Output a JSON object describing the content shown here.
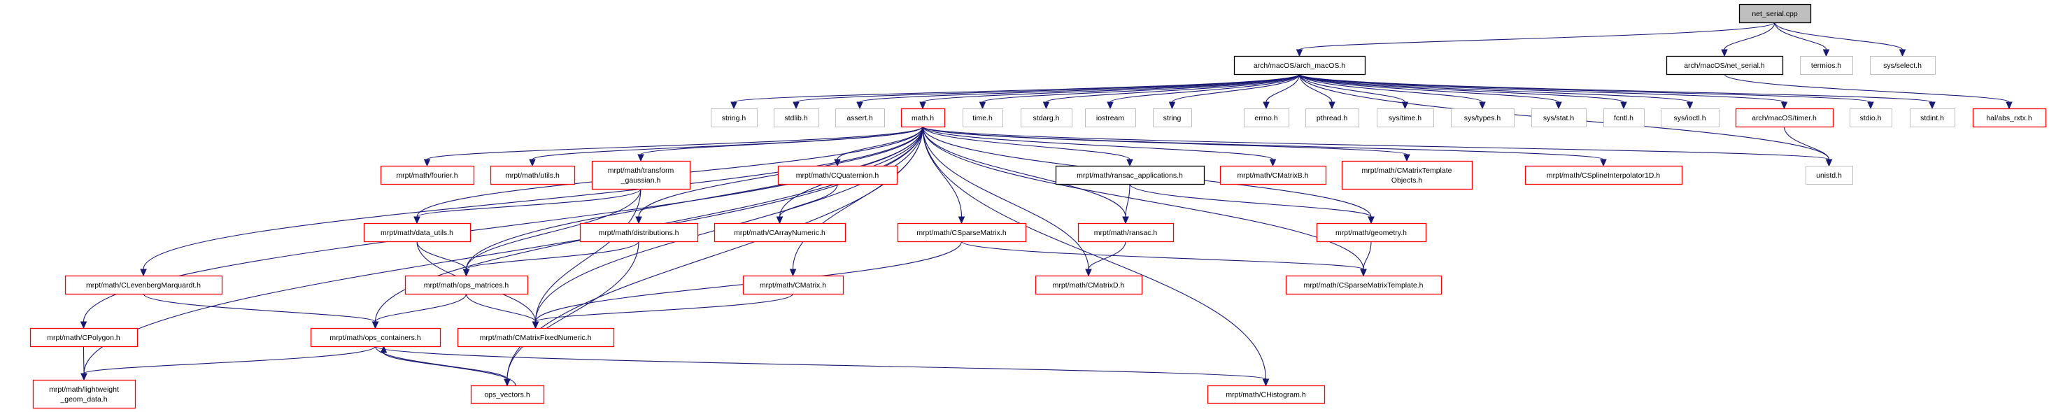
{
  "colors": {
    "edge": "#191970",
    "red_border": "#ff0000",
    "black_border": "#000000",
    "gray_border": "#bfbfbf",
    "root_fill": "#bfbfbf"
  },
  "nodes": [
    {
      "id": "root",
      "lines": [
        "net_serial.cpp"
      ],
      "style": "root"
    },
    {
      "id": "arch_macos",
      "lines": [
        "arch/macOS/arch_macOS.h"
      ],
      "style": "black"
    },
    {
      "id": "net_serial_h",
      "lines": [
        "arch/macOS/net_serial.h"
      ],
      "style": "black"
    },
    {
      "id": "termios",
      "lines": [
        "termios.h"
      ],
      "style": "gray"
    },
    {
      "id": "sys_select",
      "lines": [
        "sys/select.h"
      ],
      "style": "gray"
    },
    {
      "id": "string_h",
      "lines": [
        "string.h"
      ],
      "style": "gray"
    },
    {
      "id": "stdlib",
      "lines": [
        "stdlib.h"
      ],
      "style": "gray"
    },
    {
      "id": "assert",
      "lines": [
        "assert.h"
      ],
      "style": "gray"
    },
    {
      "id": "math",
      "lines": [
        "math.h"
      ],
      "style": "red"
    },
    {
      "id": "time",
      "lines": [
        "time.h"
      ],
      "style": "gray"
    },
    {
      "id": "stdarg",
      "lines": [
        "stdarg.h"
      ],
      "style": "gray"
    },
    {
      "id": "iostream",
      "lines": [
        "iostream"
      ],
      "style": "gray"
    },
    {
      "id": "string",
      "lines": [
        "string"
      ],
      "style": "gray"
    },
    {
      "id": "errno",
      "lines": [
        "errno.h"
      ],
      "style": "gray"
    },
    {
      "id": "pthread",
      "lines": [
        "pthread.h"
      ],
      "style": "gray"
    },
    {
      "id": "sys_time",
      "lines": [
        "sys/time.h"
      ],
      "style": "gray"
    },
    {
      "id": "sys_types",
      "lines": [
        "sys/types.h"
      ],
      "style": "gray"
    },
    {
      "id": "sys_stat",
      "lines": [
        "sys/stat.h"
      ],
      "style": "gray"
    },
    {
      "id": "fcntl",
      "lines": [
        "fcntl.h"
      ],
      "style": "gray"
    },
    {
      "id": "sys_ioctl",
      "lines": [
        "sys/ioctl.h"
      ],
      "style": "gray"
    },
    {
      "id": "timer",
      "lines": [
        "arch/macOS/timer.h"
      ],
      "style": "red"
    },
    {
      "id": "stdio",
      "lines": [
        "stdio.h"
      ],
      "style": "gray"
    },
    {
      "id": "stdint",
      "lines": [
        "stdint.h"
      ],
      "style": "gray"
    },
    {
      "id": "abs_rxtx",
      "lines": [
        "hal/abs_rxtx.h"
      ],
      "style": "red"
    },
    {
      "id": "fourier",
      "lines": [
        "mrpt/math/fourier.h"
      ],
      "style": "red"
    },
    {
      "id": "utils",
      "lines": [
        "mrpt/math/utils.h"
      ],
      "style": "red"
    },
    {
      "id": "transform",
      "lines": [
        "mrpt/math/transform",
        "_gaussian.h"
      ],
      "style": "red"
    },
    {
      "id": "cquat",
      "lines": [
        "mrpt/math/CQuaternion.h"
      ],
      "style": "red"
    },
    {
      "id": "ransac_app",
      "lines": [
        "mrpt/math/ransac_applications.h"
      ],
      "style": "black"
    },
    {
      "id": "cmatrixb",
      "lines": [
        "mrpt/math/CMatrixB.h"
      ],
      "style": "red"
    },
    {
      "id": "cmto",
      "lines": [
        "mrpt/math/CMatrixTemplate",
        "Objects.h"
      ],
      "style": "red"
    },
    {
      "id": "spline",
      "lines": [
        "mrpt/math/CSplineInterpolator1D.h"
      ],
      "style": "red"
    },
    {
      "id": "unistd",
      "lines": [
        "unistd.h"
      ],
      "style": "gray"
    },
    {
      "id": "data_utils",
      "lines": [
        "mrpt/math/data_utils.h"
      ],
      "style": "red"
    },
    {
      "id": "distributions",
      "lines": [
        "mrpt/math/distributions.h"
      ],
      "style": "red"
    },
    {
      "id": "carray",
      "lines": [
        "mrpt/math/CArrayNumeric.h"
      ],
      "style": "red"
    },
    {
      "id": "csparse",
      "lines": [
        "mrpt/math/CSparseMatrix.h"
      ],
      "style": "red"
    },
    {
      "id": "ransac",
      "lines": [
        "mrpt/math/ransac.h"
      ],
      "style": "red"
    },
    {
      "id": "geometry",
      "lines": [
        "mrpt/math/geometry.h"
      ],
      "style": "red"
    },
    {
      "id": "clm",
      "lines": [
        "mrpt/math/CLevenbergMarquardt.h"
      ],
      "style": "red"
    },
    {
      "id": "ops_mat",
      "lines": [
        "mrpt/math/ops_matrices.h"
      ],
      "style": "red"
    },
    {
      "id": "cmatrix",
      "lines": [
        "mrpt/math/CMatrix.h"
      ],
      "style": "red"
    },
    {
      "id": "cmatrixd",
      "lines": [
        "mrpt/math/CMatrixD.h"
      ],
      "style": "red"
    },
    {
      "id": "cspt",
      "lines": [
        "mrpt/math/CSparseMatrixTemplate.h"
      ],
      "style": "red"
    },
    {
      "id": "cpolygon",
      "lines": [
        "mrpt/math/CPolygon.h"
      ],
      "style": "red"
    },
    {
      "id": "ops_cont",
      "lines": [
        "mrpt/math/ops_containers.h"
      ],
      "style": "red"
    },
    {
      "id": "cmfn",
      "lines": [
        "mrpt/math/CMatrixFixedNumeric.h"
      ],
      "style": "red"
    },
    {
      "id": "lw",
      "lines": [
        "mrpt/math/lightweight",
        "_geom_data.h"
      ],
      "style": "red"
    },
    {
      "id": "ops_vec",
      "lines": [
        "ops_vectors.h"
      ],
      "style": "red"
    },
    {
      "id": "chist",
      "lines": [
        "mrpt/math/CHistogram.h"
      ],
      "style": "red"
    }
  ],
  "edges": [
    [
      "root",
      "arch_macos"
    ],
    [
      "root",
      "net_serial_h"
    ],
    [
      "root",
      "termios"
    ],
    [
      "root",
      "sys_select"
    ],
    [
      "arch_macos",
      "string_h"
    ],
    [
      "arch_macos",
      "stdlib"
    ],
    [
      "arch_macos",
      "assert"
    ],
    [
      "arch_macos",
      "math"
    ],
    [
      "arch_macos",
      "time"
    ],
    [
      "arch_macos",
      "stdarg"
    ],
    [
      "arch_macos",
      "iostream"
    ],
    [
      "arch_macos",
      "string"
    ],
    [
      "arch_macos",
      "errno"
    ],
    [
      "arch_macos",
      "pthread"
    ],
    [
      "arch_macos",
      "sys_time"
    ],
    [
      "arch_macos",
      "sys_types"
    ],
    [
      "arch_macos",
      "sys_stat"
    ],
    [
      "arch_macos",
      "fcntl"
    ],
    [
      "arch_macos",
      "sys_ioctl"
    ],
    [
      "arch_macos",
      "timer"
    ],
    [
      "arch_macos",
      "stdio"
    ],
    [
      "arch_macos",
      "stdint"
    ],
    [
      "arch_macos",
      "unistd"
    ],
    [
      "net_serial_h",
      "abs_rxtx"
    ],
    [
      "timer",
      "unistd"
    ],
    [
      "math",
      "fourier"
    ],
    [
      "math",
      "utils"
    ],
    [
      "math",
      "transform"
    ],
    [
      "math",
      "cquat"
    ],
    [
      "math",
      "ransac_app"
    ],
    [
      "math",
      "cmatrixb"
    ],
    [
      "math",
      "cmto"
    ],
    [
      "math",
      "spline"
    ],
    [
      "math",
      "unistd"
    ],
    [
      "math",
      "data_utils"
    ],
    [
      "math",
      "distributions"
    ],
    [
      "math",
      "carray"
    ],
    [
      "math",
      "csparse"
    ],
    [
      "math",
      "ransac"
    ],
    [
      "math",
      "geometry"
    ],
    [
      "math",
      "cmatrix"
    ],
    [
      "math",
      "cmatrixd"
    ],
    [
      "math",
      "cspt"
    ],
    [
      "math",
      "clm"
    ],
    [
      "math",
      "cpolygon"
    ],
    [
      "math",
      "lw"
    ],
    [
      "math",
      "ops_cont"
    ],
    [
      "math",
      "ops_mat"
    ],
    [
      "math",
      "cmfn"
    ],
    [
      "math",
      "ops_vec"
    ],
    [
      "math",
      "chist"
    ],
    [
      "transform",
      "data_utils"
    ],
    [
      "transform",
      "ops_mat"
    ],
    [
      "transform",
      "cmfn"
    ],
    [
      "cquat",
      "carray"
    ],
    [
      "ransac_app",
      "ransac"
    ],
    [
      "ransac_app",
      "geometry"
    ],
    [
      "data_utils",
      "ops_mat"
    ],
    [
      "data_utils",
      "cmfn"
    ],
    [
      "distributions",
      "ops_mat"
    ],
    [
      "distributions",
      "ops_vec"
    ],
    [
      "csparse",
      "cspt"
    ],
    [
      "csparse",
      "cmfn"
    ],
    [
      "ransac",
      "cmatrixd"
    ],
    [
      "geometry",
      "cspt"
    ],
    [
      "clm",
      "ops_cont"
    ],
    [
      "ops_mat",
      "ops_cont"
    ],
    [
      "ops_mat",
      "cmfn"
    ],
    [
      "cmatrix",
      "cmfn"
    ],
    [
      "cpolygon",
      "lw"
    ],
    [
      "ops_cont",
      "lw"
    ],
    [
      "ops_cont",
      "ops_vec"
    ],
    [
      "ops_cont",
      "chist"
    ],
    [
      "ops_vec",
      "ops_cont"
    ]
  ]
}
